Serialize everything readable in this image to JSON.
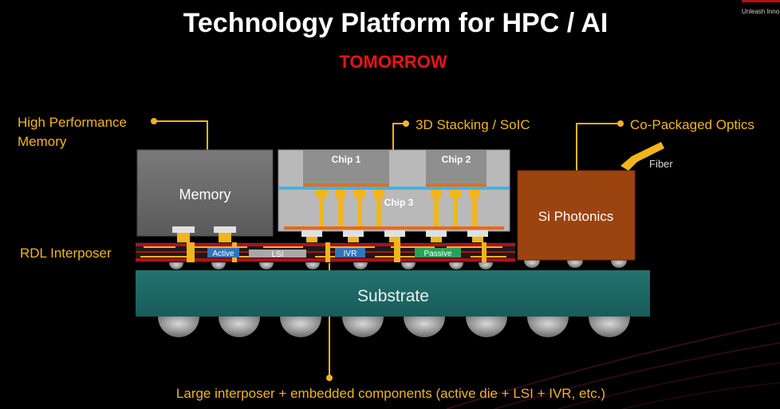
{
  "slide": {
    "title": "Technology Platform for HPC / AI",
    "subtitle": "TOMORROW",
    "corner_text": "Unleash Inno"
  },
  "callouts": {
    "hbm": "High Performance",
    "hbm_line2": "Memory",
    "stacking": "3D Stacking / SoIC",
    "optics": "Co-Packaged Optics",
    "rdl": "RDL Interposer",
    "bottom": "Large interposer + embedded components (active die + LSI + IVR, etc.)"
  },
  "blocks": {
    "memory": "Memory",
    "chip1": "Chip 1",
    "chip2": "Chip 2",
    "chip3": "Chip 3",
    "photonics": "Si Photonics",
    "fiber": "Fiber",
    "substrate": "Substrate"
  },
  "embedded": {
    "active": "Active",
    "lsi": "LSI",
    "ivr": "IVR",
    "passive": "Passive"
  },
  "colors": {
    "accent": "#f2b51c",
    "highlight": "#e8141c",
    "substrate": "#1d6a68",
    "memory": "#6d6d6d",
    "photonics": "#9c4410",
    "interposer": "#b0101a"
  }
}
